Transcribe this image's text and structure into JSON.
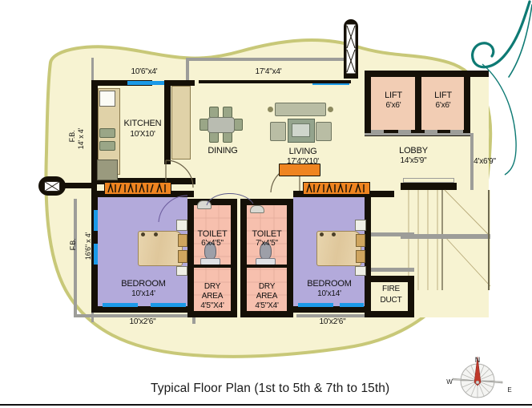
{
  "page": {
    "title": "Typical Floor Plan (1st to 5th & 7th to 15th)",
    "background_color": "#ffffff",
    "plot_border_color": "#c8c878",
    "plot_fill_color": "#f7f3d2",
    "wall_color": "#151007",
    "bedroom_floor_color": "#b3aadb",
    "toilet_floor_color": "#f7c0ae",
    "lift_floor_color": "#f2cdb4",
    "window_color": "#1b9ae8",
    "grille_color": "#ef8420",
    "swirl_color": "#0e7a74",
    "compass_needle_color": "#c0392b"
  },
  "exterior_dims": {
    "kitchen_balcony": "10'6\"x4'",
    "living_balcony": "17'4\"x4'",
    "lobby_side": "4'x6'9\"",
    "left_bedroom_balcony": "10'x2'6\"",
    "right_bedroom_balcony": "10'x2'6\""
  },
  "flower_beds": [
    {
      "name": "F.B.",
      "dim": "14' x 4'"
    },
    {
      "name": "F.B.",
      "dim": "16'6\" x 4'"
    }
  ],
  "rooms": [
    {
      "id": "kitchen",
      "label": "KITCHEN",
      "dim": "10'X10'"
    },
    {
      "id": "dining",
      "label": "DINING",
      "dim": ""
    },
    {
      "id": "living",
      "label": "LIVING",
      "dim": "17'4\"X10'"
    },
    {
      "id": "lift-left",
      "label": "LIFT",
      "dim": "6'x6'"
    },
    {
      "id": "lift-right",
      "label": "LIFT",
      "dim": "6'x6'"
    },
    {
      "id": "lobby",
      "label": "LOBBY",
      "dim": "14'x5'9\""
    },
    {
      "id": "toilet-left",
      "label": "TOILET",
      "dim": "6'x4'5\""
    },
    {
      "id": "toilet-right",
      "label": "TOILET",
      "dim": "7'x4'5\""
    },
    {
      "id": "dry-area-left",
      "label": "DRY AREA",
      "dim": "4'5\"X4'"
    },
    {
      "id": "dry-area-right",
      "label": "DRY AREA",
      "dim": "4'5\"X4'"
    },
    {
      "id": "bedroom-left",
      "label": "BEDROOM",
      "dim": "10'x14'"
    },
    {
      "id": "bedroom-right",
      "label": "BEDROOM",
      "dim": "10'x14'"
    },
    {
      "id": "fire-duct",
      "label": "FIRE DUCT",
      "dim": ""
    }
  ],
  "dry_area_lines": {
    "left": {
      "line1": "DRY",
      "line2": "AREA",
      "line3": "4'5\"X4'"
    },
    "right": {
      "line1": "DRY",
      "line2": "AREA",
      "line3": "4'5\"X4'"
    }
  },
  "fire_duct_lines": {
    "line1": "FIRE",
    "line2": "DUCT"
  },
  "compass": {
    "north": "N",
    "west": "W",
    "east": "E"
  },
  "markers": {
    "left_entry": "envelope-marker",
    "top_duct": "vertical-duct-marker"
  }
}
